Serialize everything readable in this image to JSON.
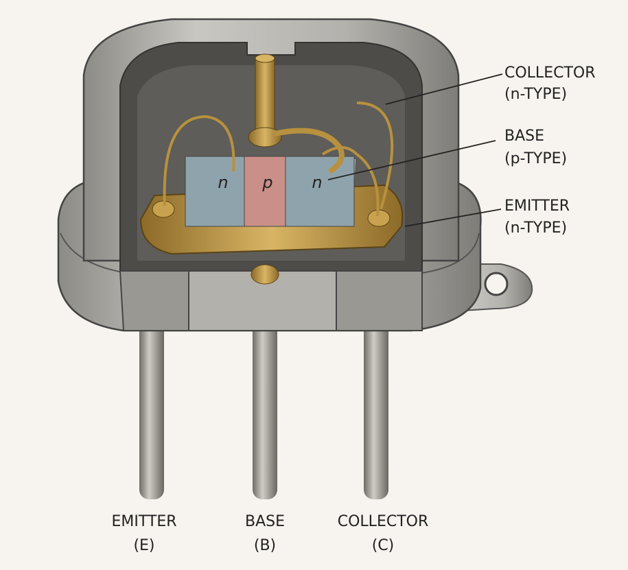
{
  "title": "NPN transistor cutaway",
  "side_labels": {
    "collector": {
      "name": "COLLECTOR",
      "type": "(n-TYPE)"
    },
    "base": {
      "name": "BASE",
      "type": "(p-TYPE)"
    },
    "emitter": {
      "name": "EMITTER",
      "type": "(n-TYPE)"
    }
  },
  "chip": {
    "left": "n",
    "middle": "p",
    "right": "n"
  },
  "pins": [
    {
      "name": "EMITTER",
      "symbol": "(E)"
    },
    {
      "name": "BASE",
      "symbol": "(B)"
    },
    {
      "name": "COLLECTOR",
      "symbol": "(C)"
    }
  ],
  "colors": {
    "n_region": "#8fa3ac",
    "p_region": "#c98f88",
    "gold": "#b8913f",
    "metal": "#a9a7a2"
  }
}
